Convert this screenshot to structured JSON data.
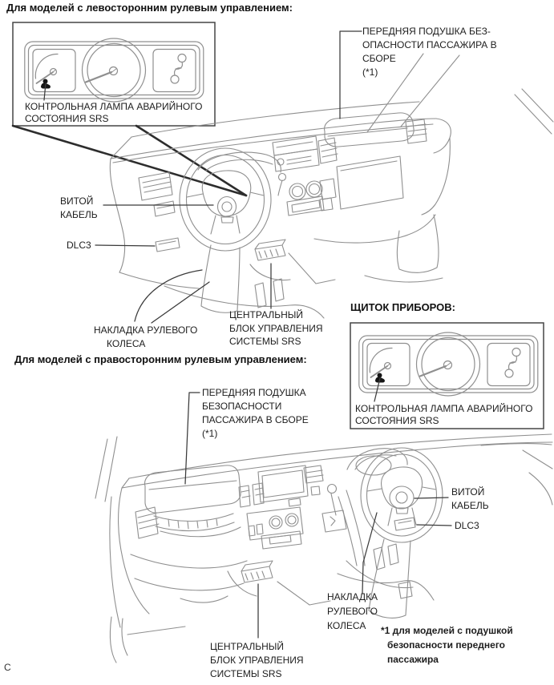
{
  "page": {
    "corner_letter": "C",
    "background": "#ffffff",
    "art_line_color": "#8f8f8f",
    "callout_line_color": "#3a3a3a",
    "text_color": "#1d1d1d"
  },
  "lhd": {
    "heading": "Для моделей с левосторонним рулевым управлением:",
    "srs_warning_lamp": {
      "line1": "КОНТРОЛЬНАЯ ЛАМПА АВАРИЙНОГО",
      "line2": "СОСТОЯНИЯ SRS"
    },
    "passenger_airbag": {
      "line1": "ПЕРЕДНЯЯ ПОДУШКА БЕЗ-",
      "line2": "ОПАСНОСТИ ПАССАЖИРА В",
      "line3": "СБОРЕ",
      "line4": "(*1)"
    },
    "spiral_cable": {
      "line1": "ВИТОЙ",
      "line2": "КАБЕЛЬ"
    },
    "dlc3": "DLC3",
    "steering_pad": {
      "line1": "НАКЛАДКА РУЛЕВОГО",
      "line2": "КОЛЕСА"
    },
    "srs_ecu": {
      "line1": "ЦЕНТРАЛЬНЫЙ",
      "line2": "БЛОК УПРАВЛЕНИЯ",
      "line3": "СИСТЕМЫ SRS"
    }
  },
  "instrument_panel": {
    "heading": "ЩИТОК ПРИБОРОВ:",
    "srs_warning_lamp": {
      "line1": "КОНТРОЛЬНАЯ ЛАМПА АВАРИЙНОГО",
      "line2": "СОСТОЯНИЯ SRS"
    }
  },
  "rhd": {
    "heading": "Для моделей с правосторонним рулевым управлением:",
    "passenger_airbag": {
      "line1": "ПЕРЕДНЯЯ ПОДУШКА",
      "line2": "БЕЗОПАСНОСТИ",
      "line3": "ПАССАЖИРА В СБОРЕ",
      "line4": "(*1)"
    },
    "spiral_cable": {
      "line1": "ВИТОЙ",
      "line2": "КАБЕЛЬ"
    },
    "dlc3": "DLC3",
    "steering_pad": {
      "line1": "НАКЛАДКА",
      "line2": "РУЛЕВОГО",
      "line3": "КОЛЕСА"
    },
    "srs_ecu": {
      "line1": "ЦЕНТРАЛЬНЫЙ",
      "line2": "БЛОК УПРАВЛЕНИЯ",
      "line3": "СИСТЕМЫ SRS"
    }
  },
  "footnote": {
    "line1": "*1 для моделей с подушкой",
    "line2": "безопасности переднего",
    "line3": "пассажира"
  }
}
